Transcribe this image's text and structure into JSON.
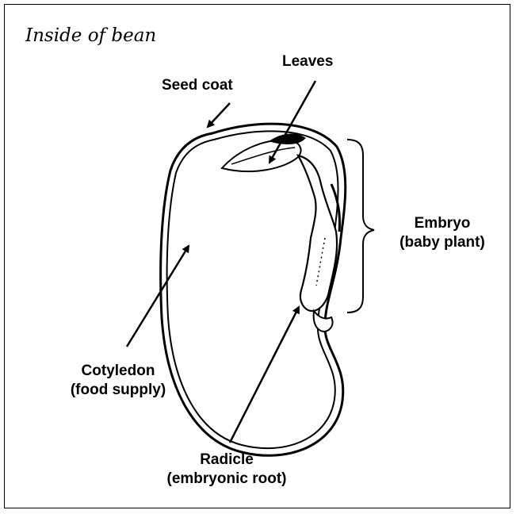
{
  "title": "Inside of bean",
  "labels": {
    "seed_coat": "Seed coat",
    "leaves": "Leaves",
    "embryo": "Embryo",
    "embryo_sub": "(baby plant)",
    "cotyledon": "Cotyledon",
    "cotyledon_sub": "(food supply)",
    "radicle": "Radicle",
    "radicle_sub": "(embryonic root)"
  },
  "colors": {
    "ink": "#000000",
    "background": "#ffffff"
  }
}
